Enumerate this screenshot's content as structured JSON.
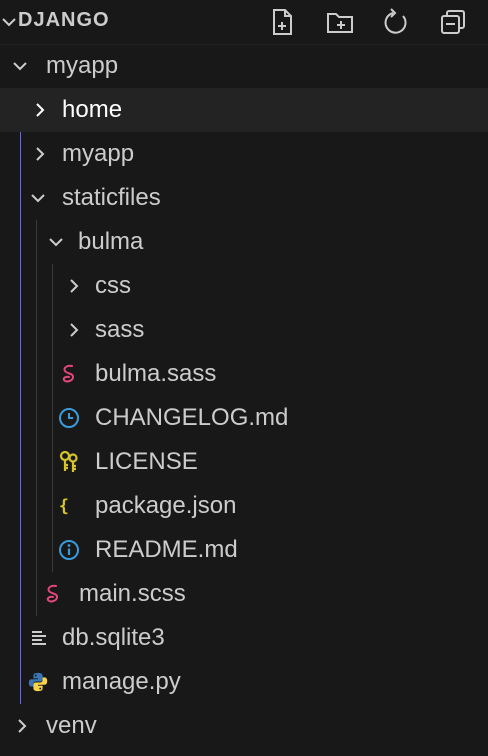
{
  "explorer": {
    "title": "DJANGO",
    "toolbar": {
      "new_file": "new-file-icon",
      "new_folder": "new-folder-icon",
      "refresh": "refresh-icon",
      "collapse": "collapse-all-icon"
    }
  },
  "tree": {
    "myapp_root": "myapp",
    "home": "home",
    "myapp_inner": "myapp",
    "staticfiles": "staticfiles",
    "bulma": "bulma",
    "css": "css",
    "sass": "sass",
    "bulma_sass": "bulma.sass",
    "changelog": "CHANGELOG.md",
    "license": "LICENSE",
    "package_json": "package.json",
    "readme": "README.md",
    "main_scss": "main.scss",
    "db_sqlite": "db.sqlite3",
    "manage_py": "manage.py",
    "venv": "venv"
  },
  "colors": {
    "background": "#181818",
    "selected_row": "#232323",
    "text": "#cccccc",
    "selected_text": "#ffffff",
    "active_guide": "#6c6fb5",
    "guide": "#3a3a3a",
    "sass_icon": "#e4467e",
    "info_icon": "#3b9ad9",
    "json_icon": "#d6c42a",
    "license_icon": "#d6c42a",
    "python_blue": "#3a76b5",
    "python_yellow": "#f7d44a"
  }
}
